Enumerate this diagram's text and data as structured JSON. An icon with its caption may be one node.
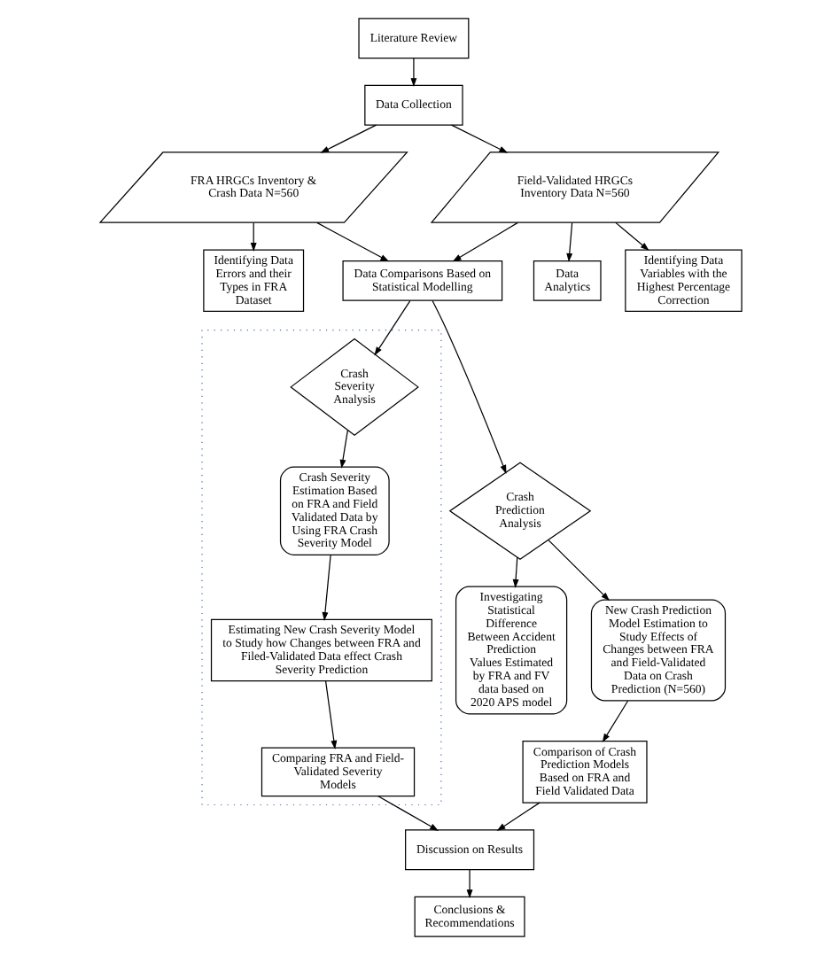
{
  "diagram": {
    "nodes": [
      {
        "text": [
          "Literature Review"
        ]
      },
      {
        "text": [
          "Data Collection"
        ]
      },
      {
        "text": [
          "FRA HRGCs Inventory & Crash Data N=560"
        ]
      },
      {
        "text": [
          "Field-Validated HRGCs Inventory Data N=560"
        ]
      },
      {
        "text": [
          "Data Analytics"
        ]
      },
      {
        "text": [
          "Identifying Data Errors and their Types in FRA Dataset"
        ]
      },
      {
        "text": [
          "Data Comparisons Based on Statistical Modelling"
        ]
      },
      {
        "text": [
          "Identifying Data Variables with the Highest Percentage Correction"
        ]
      },
      {
        "text": [
          "Crash Prediction Analysis"
        ]
      },
      {
        "text": [],
        "shape": "box"
      },
      {
        "text": [
          "Crash Severity Analysis"
        ],
        "in": 9
      },
      {
        "text": [
          "Crash Severity Estimation Based on FRA and Field Validated Data by Using FRA Crash Severity Model"
        ],
        "in": 9
      },
      {
        "text": [
          "Investigating Statistical Difference Between Accident Prediction Values Estimated by FRA and FV data based on 2020 APS model"
        ]
      },
      {
        "text": [
          "New Crash Prediction Model Estimation to Study Effects of Changes between FRA and Field-Validated Data on Crash Prediction (N=560)"
        ]
      },
      {
        "text": [
          "Estimating New Crash Severity Model to Study how Changes between FRA and Filed-Validated Data effect Crash Severity Prediction"
        ],
        "in": 9
      },
      {
        "text": [
          "Comparison of Crash Prediction Models Based on FRA and Field Validated Data"
        ]
      },
      {
        "text": [
          "Comparing FRA and Field-Validated Severity Models"
        ],
        "in": 9
      },
      {
        "text": [
          "Discussion on Results"
        ]
      },
      {
        "text": [
          "Conclusions & Recommendations"
        ]
      }
    ],
    "edges": [
      {
        "from": 0,
        "to": 1,
        "arrow": "to"
      },
      {
        "from": 1,
        "to": 2,
        "arrow": "to"
      },
      {
        "from": 1,
        "to": 3,
        "arrow": "to"
      },
      {
        "from": 2,
        "to": 5,
        "arrow": "to"
      },
      {
        "from": 2,
        "to": 6,
        "arrow": "to"
      },
      {
        "from": 3,
        "to": 6,
        "arrow": "to"
      },
      {
        "from": 3,
        "to": 4,
        "arrow": "to"
      },
      {
        "from": 3,
        "to": 7,
        "arrow": "to"
      },
      {
        "from": 6,
        "to": 8,
        "arrow": "to"
      },
      {
        "from": 6,
        "to": 10,
        "arrow": "to"
      },
      {
        "from": 8,
        "to": 12,
        "arrow": "to"
      },
      {
        "from": 8,
        "to": 13,
        "arrow": "to"
      },
      {
        "from": 10,
        "to": 11,
        "arrow": "to"
      },
      {
        "from": 11,
        "to": 14,
        "arrow": "to"
      },
      {
        "from": 14,
        "to": 16,
        "arrow": "to"
      },
      {
        "from": 13,
        "to": 15,
        "arrow": "to"
      },
      {
        "from": 15,
        "to": 17,
        "arrow": "to"
      },
      {
        "from": 16,
        "to": 17,
        "arrow": "to"
      },
      {
        "from": 17,
        "to": 18,
        "arrow": "to"
      }
    ]
  }
}
